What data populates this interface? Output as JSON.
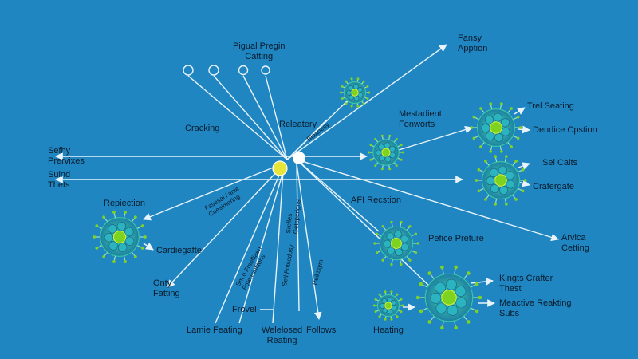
{
  "colors": {
    "background": "#1f86c2",
    "line": "#e8f3fb",
    "virus_core": "#7ed321",
    "virus_body": "#2bb3c0",
    "virus_rim": "#37c6a0",
    "hub_yellow": "#e8e53a",
    "hub_white": "#ffffff"
  },
  "labels": {
    "top_center": "Pigual Pregin\nCatting",
    "top_right": "Fansy\nApption",
    "left_1": "Sefhy\nPrervixes",
    "left_2": "Suind\nThets",
    "cracking": "Cracking",
    "releatery": "Releatery",
    "releatery_small": "Bloanesy",
    "mid_node": "Mestadient\nFonworts",
    "tr_1": "Trel Seating",
    "tr_2": "Dendice Cpstion",
    "tr_3": "Sel Calts",
    "tr_4": "Crafergate",
    "afi": "AFI Recstion",
    "repiection": "Repiection",
    "cardiegafte": "Cardiegafte",
    "only": "Onty\nFatting",
    "pefice": "Pefice Preture",
    "arvica": "Arvica\nCetting",
    "kingts": "Kingts Crafter\nThest",
    "meactive": "Meactive Reakting\nSubs",
    "heating": "Heating",
    "lamie": "Lamie Feating",
    "welelosed": "Welelosed\nReating",
    "follows": "Follows",
    "frovel": "Frovel",
    "rot_1": "Fasesal i anle\nCuesimering",
    "rot_2": "Srefles\nGetsperigns",
    "rot_3": "Sm o Frsofliaen\nFotensinfitons",
    "rot_4": "Setl Fotsedosy",
    "rot_5": "Reiktsym"
  }
}
